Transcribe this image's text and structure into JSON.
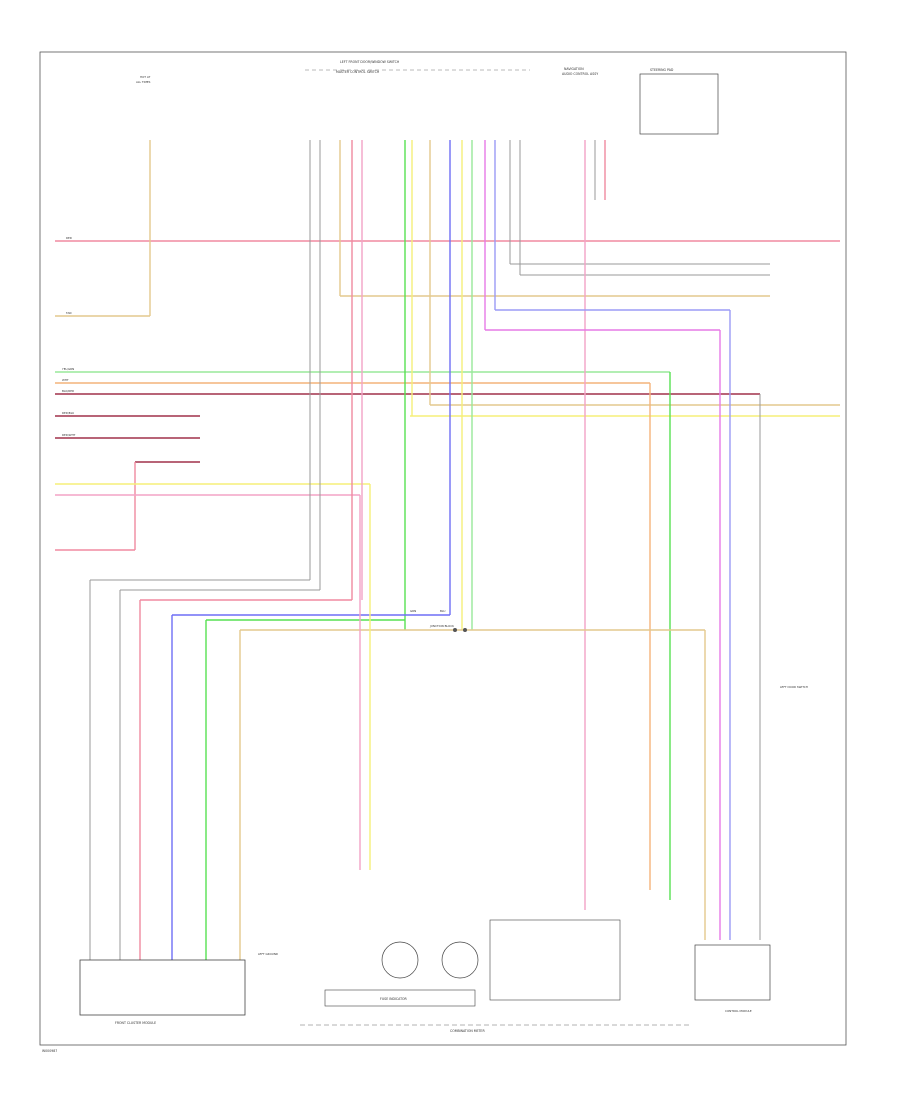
{
  "headers": {
    "top_center_1": "LEFT FRONT DOOR/WINDOW SWITCH",
    "top_center_2": "MASTER CONTROL SWITCH",
    "top_right_1": "NAVIGATION",
    "top_right_2": "AUDIO CONTROL ASSY",
    "top_right_box": "STEERING PAD",
    "top_left_1": "HOT AT",
    "top_left_2": "ALL TIMES"
  },
  "components": {
    "front_cluster": "FRONT CLUSTER MODULE",
    "fuse_indicator": "FUSE INDICATOR",
    "combination_meter": "COMBINATION METER",
    "junction_block": "JUNCTION BLOCK",
    "right_box": "CONTROL MODULE",
    "left_door_switch": "LEFT DOOR SWITCH",
    "left_ground": "LEFT GROUND"
  },
  "wire_labels": {
    "red": "RED",
    "yel_grn": "YEL/GRN",
    "wht": "WHT",
    "blk_red": "BLK/RED",
    "red_blu": "RED/BLU",
    "red_wht": "RED/WHT",
    "tan": "TAN",
    "blu": "BLU",
    "grn": "GRN"
  },
  "footer": {
    "code": "W000987"
  },
  "colors": {
    "red": "#f08aa0",
    "pink": "#f3a3c6",
    "yellow": "#f5ef79",
    "green": "#57e052",
    "lightgreen": "#98e89a",
    "blue": "#6f6ff5",
    "lightblue": "#9b9bf5",
    "tan": "#e3c98d",
    "orange": "#f4b37a",
    "darkred": "#a0304a",
    "magenta": "#e67ae6",
    "gray": "#999999",
    "black": "#555555"
  }
}
